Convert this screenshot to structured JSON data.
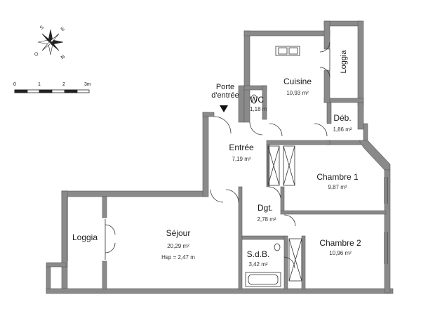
{
  "compass": {
    "labels": [
      "S",
      "E",
      "O",
      "N"
    ]
  },
  "scale": {
    "ticks": [
      "0",
      "1",
      "2",
      "3m"
    ]
  },
  "entrance_label": [
    "Porte",
    "d'entrée"
  ],
  "rooms": {
    "cuisine": {
      "name": "Cuisine",
      "area": "10,93 m²"
    },
    "loggia_top": {
      "name": "Loggia"
    },
    "wc": {
      "name": "WC",
      "area": "1,18 m"
    },
    "deb": {
      "name": "Déb.",
      "area": "1,86 m²"
    },
    "entree": {
      "name": "Entrée",
      "area": "7,19 m²"
    },
    "chambre1": {
      "name": "Chambre 1",
      "area": "9,87 m²"
    },
    "dgt": {
      "name": "Dgt.",
      "area": "2,78 m²"
    },
    "sejour": {
      "name": "Séjour",
      "area": "20,29 m²",
      "height": "Hsp = 2,47 m"
    },
    "loggia_left": {
      "name": "Loggia"
    },
    "sdb": {
      "name": "S.d.B.",
      "area": "3,42 m²"
    },
    "chambre2": {
      "name": "Chambre 2",
      "area": "10,96 m²"
    }
  },
  "colors": {
    "wall": "#808080",
    "wall_edge": "#555555",
    "line": "#333333"
  }
}
